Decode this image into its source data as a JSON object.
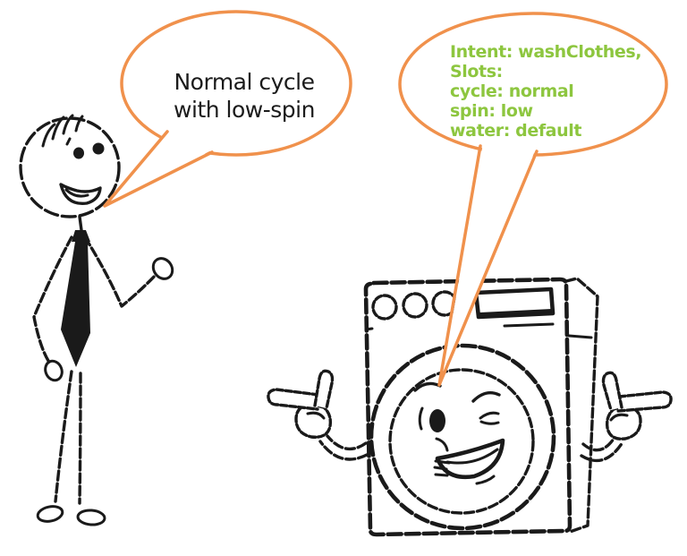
{
  "illustration": {
    "title": "voice-intent-parsing-cartoon",
    "person": {
      "name": "stick-figure-person",
      "utterance": {
        "line1": "Normal cycle",
        "line2": "with low-spin"
      }
    },
    "machine": {
      "name": "winking-washing-machine-character",
      "nlu_result": {
        "line1": "Intent: washClothes,",
        "line2": "Slots:",
        "line3": "cycle: normal",
        "line4": "spin: low",
        "line5": "water: default"
      }
    },
    "colors": {
      "bubble_outline": "#F0914C",
      "nlu_text": "#8DC63F",
      "utterance_text": "#1B1B1B",
      "ink": "#1A1A1A",
      "background": "#FFFFFF"
    }
  }
}
